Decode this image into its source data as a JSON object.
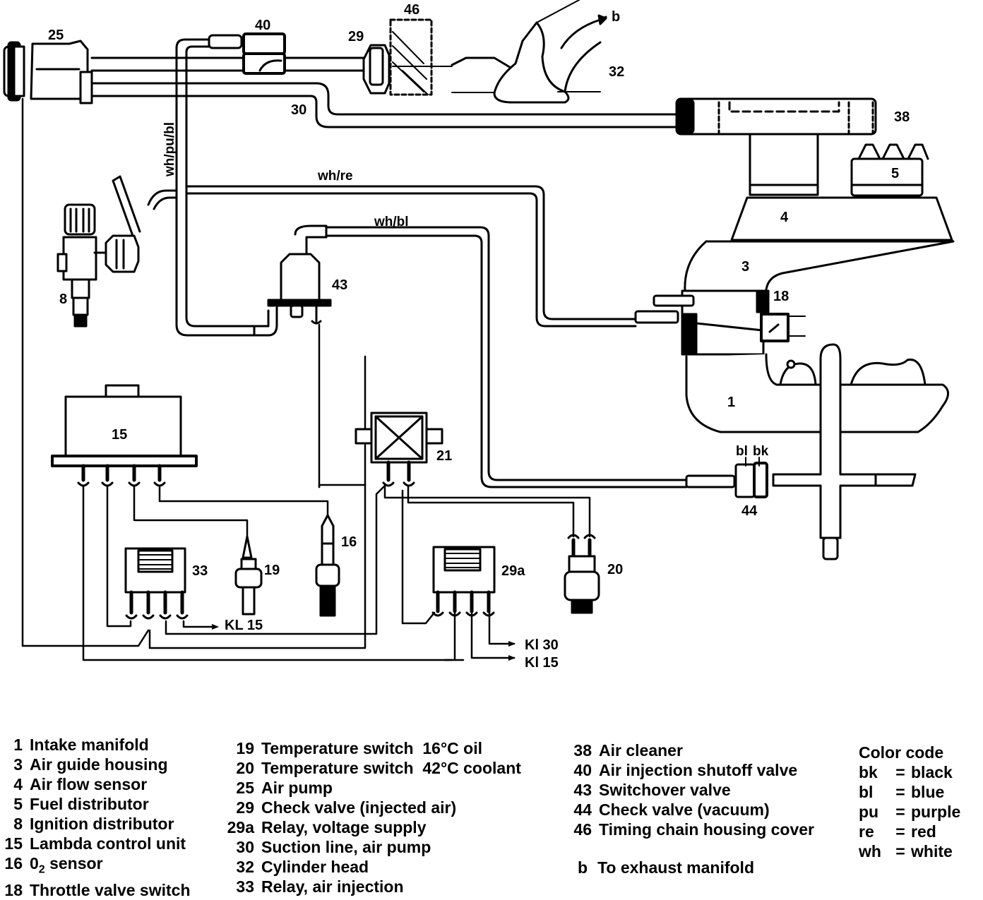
{
  "diagram": {
    "components": {
      "c1": "1",
      "c3": "3",
      "c4": "4",
      "c5": "5",
      "c8": "8",
      "c15": "15",
      "c16": "16",
      "c18": "18",
      "c19": "19",
      "c20": "20",
      "c21": "21",
      "c25": "25",
      "c29": "29",
      "c29a": "29a",
      "c30": "30",
      "c32": "32",
      "c33": "33",
      "c38": "38",
      "c40": "40",
      "c43": "43",
      "c44": "44",
      "c46": "46",
      "b": "b"
    },
    "wire_labels": {
      "wh_pu_bl": "wh/pu/bl",
      "wh_re": "wh/re",
      "wh_bl": "wh/bl",
      "bl": "bl",
      "bk": "bk"
    },
    "terminals": {
      "kl15_relay33": "KL 15",
      "kl30_relay29a": "Kl 30",
      "kl15_relay29a": "Kl 15"
    }
  },
  "legend": {
    "column1": [
      {
        "key": "1",
        "label": "Intake manifold"
      },
      {
        "key": "3",
        "label": "Air guide housing"
      },
      {
        "key": "4",
        "label": "Air flow sensor"
      },
      {
        "key": "5",
        "label": "Fuel distributor"
      },
      {
        "key": "8",
        "label": "Ignition distributor"
      },
      {
        "key": "15",
        "label": "Lambda control unit"
      },
      {
        "key": "16",
        "label_prefix": "0",
        "label_sub": "2",
        "label_suffix": " sensor"
      },
      {
        "key": "18",
        "label": "Throttle valve switch"
      }
    ],
    "column2": [
      {
        "key": "19",
        "label": "Temperature switch  16°C oil"
      },
      {
        "key": "20",
        "label": "Temperature switch  42°C coolant"
      },
      {
        "key": "25",
        "label": "Air pump"
      },
      {
        "key": "29",
        "label": "Check valve (injected air)"
      },
      {
        "key": "29a",
        "label": "Relay, voltage supply"
      },
      {
        "key": "30",
        "label": "Suction line, air pump"
      },
      {
        "key": "32",
        "label": "Cylinder head"
      },
      {
        "key": "33",
        "label": "Relay, air injection"
      }
    ],
    "column3": [
      {
        "key": "38",
        "label": "Air cleaner"
      },
      {
        "key": "40",
        "label": "Air injection shutoff valve"
      },
      {
        "key": "43",
        "label": "Switchover valve"
      },
      {
        "key": "44",
        "label": "Check valve (vacuum)"
      },
      {
        "key": "46",
        "label": "Timing chain housing cover"
      }
    ],
    "note": {
      "key": "b",
      "label": "To exhaust manifold"
    },
    "color_code": {
      "title": "Color code",
      "items": [
        {
          "abbr": "bk",
          "name": "black"
        },
        {
          "abbr": "bl",
          "name": "blue"
        },
        {
          "abbr": "pu",
          "name": "purple"
        },
        {
          "abbr": "re",
          "name": "red"
        },
        {
          "abbr": "wh",
          "name": "white"
        }
      ]
    }
  }
}
